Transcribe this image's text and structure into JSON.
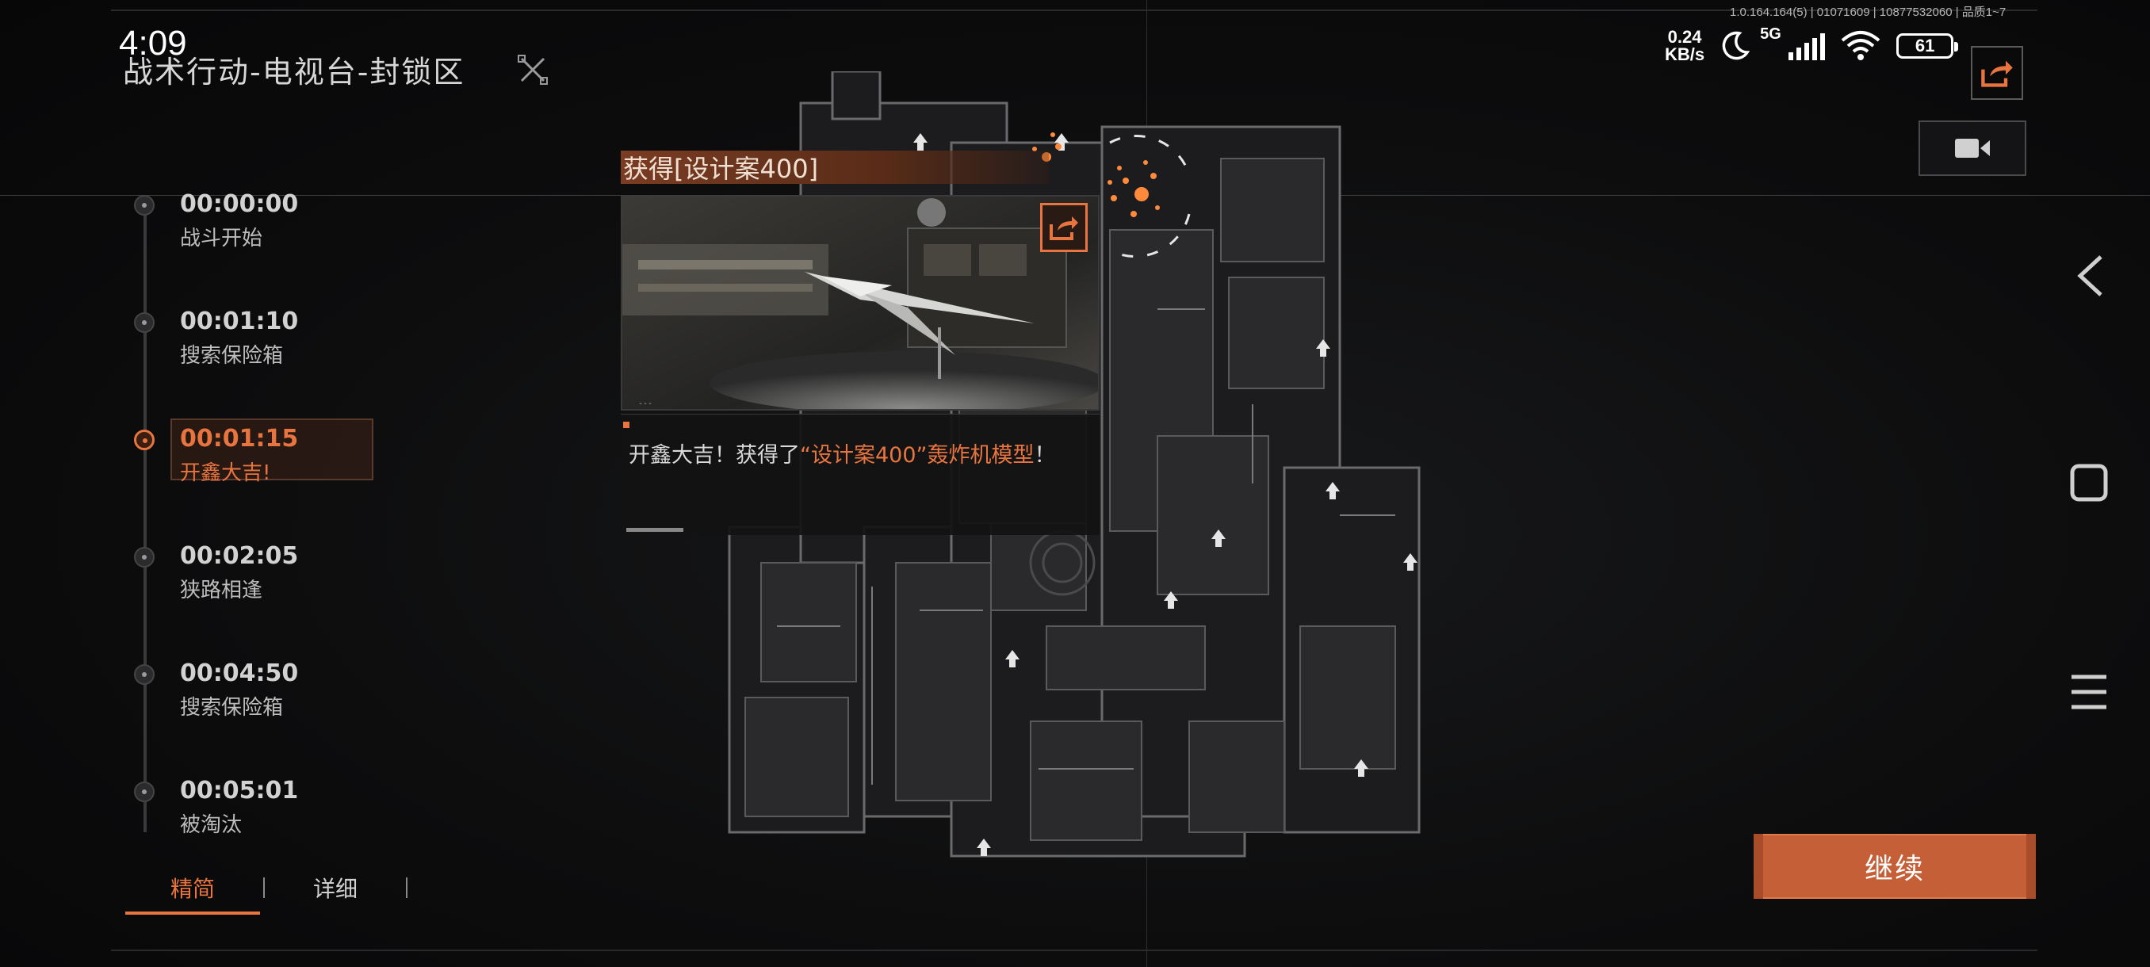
{
  "status_bar": {
    "time": "4:09",
    "net_speed_value": "0.24",
    "net_speed_unit": "KB/s",
    "network_type": "5G",
    "battery": "61",
    "build_info": "1.0.164.164(5) | 01071609 | 10877532060 | 品质1~7"
  },
  "header": {
    "title": "战术行动-电视台-封锁区"
  },
  "timeline": {
    "events": [
      {
        "time": "00:00:00",
        "label": "战斗开始"
      },
      {
        "time": "00:01:10",
        "label": "搜索保险箱"
      },
      {
        "time": "00:01:15",
        "label": "开鑫大吉!"
      },
      {
        "time": "00:02:05",
        "label": "狭路相逢"
      },
      {
        "time": "00:04:50",
        "label": "搜索保险箱"
      },
      {
        "time": "00:05:01",
        "label": "被淘汰"
      }
    ],
    "active_index": 2
  },
  "tabs": {
    "brief": "精简",
    "detail": "详细",
    "active": "brief"
  },
  "popup": {
    "title": "获得[设计案400]",
    "message_prefix": "开鑫大吉！获得了",
    "message_highlight": "“设计案400”轰炸机模型",
    "message_suffix": "！"
  },
  "actions": {
    "continue": "继续"
  },
  "colors": {
    "accent": "#e8743f",
    "button": "#c55f37",
    "background": "#0b0b0c"
  },
  "icons": {
    "share": "share-icon",
    "video": "video-camera-icon",
    "title": "crossed-swords-icon",
    "nav_back": "chevron-left-icon",
    "nav_home": "square-icon",
    "nav_menu": "hamburger-icon"
  }
}
